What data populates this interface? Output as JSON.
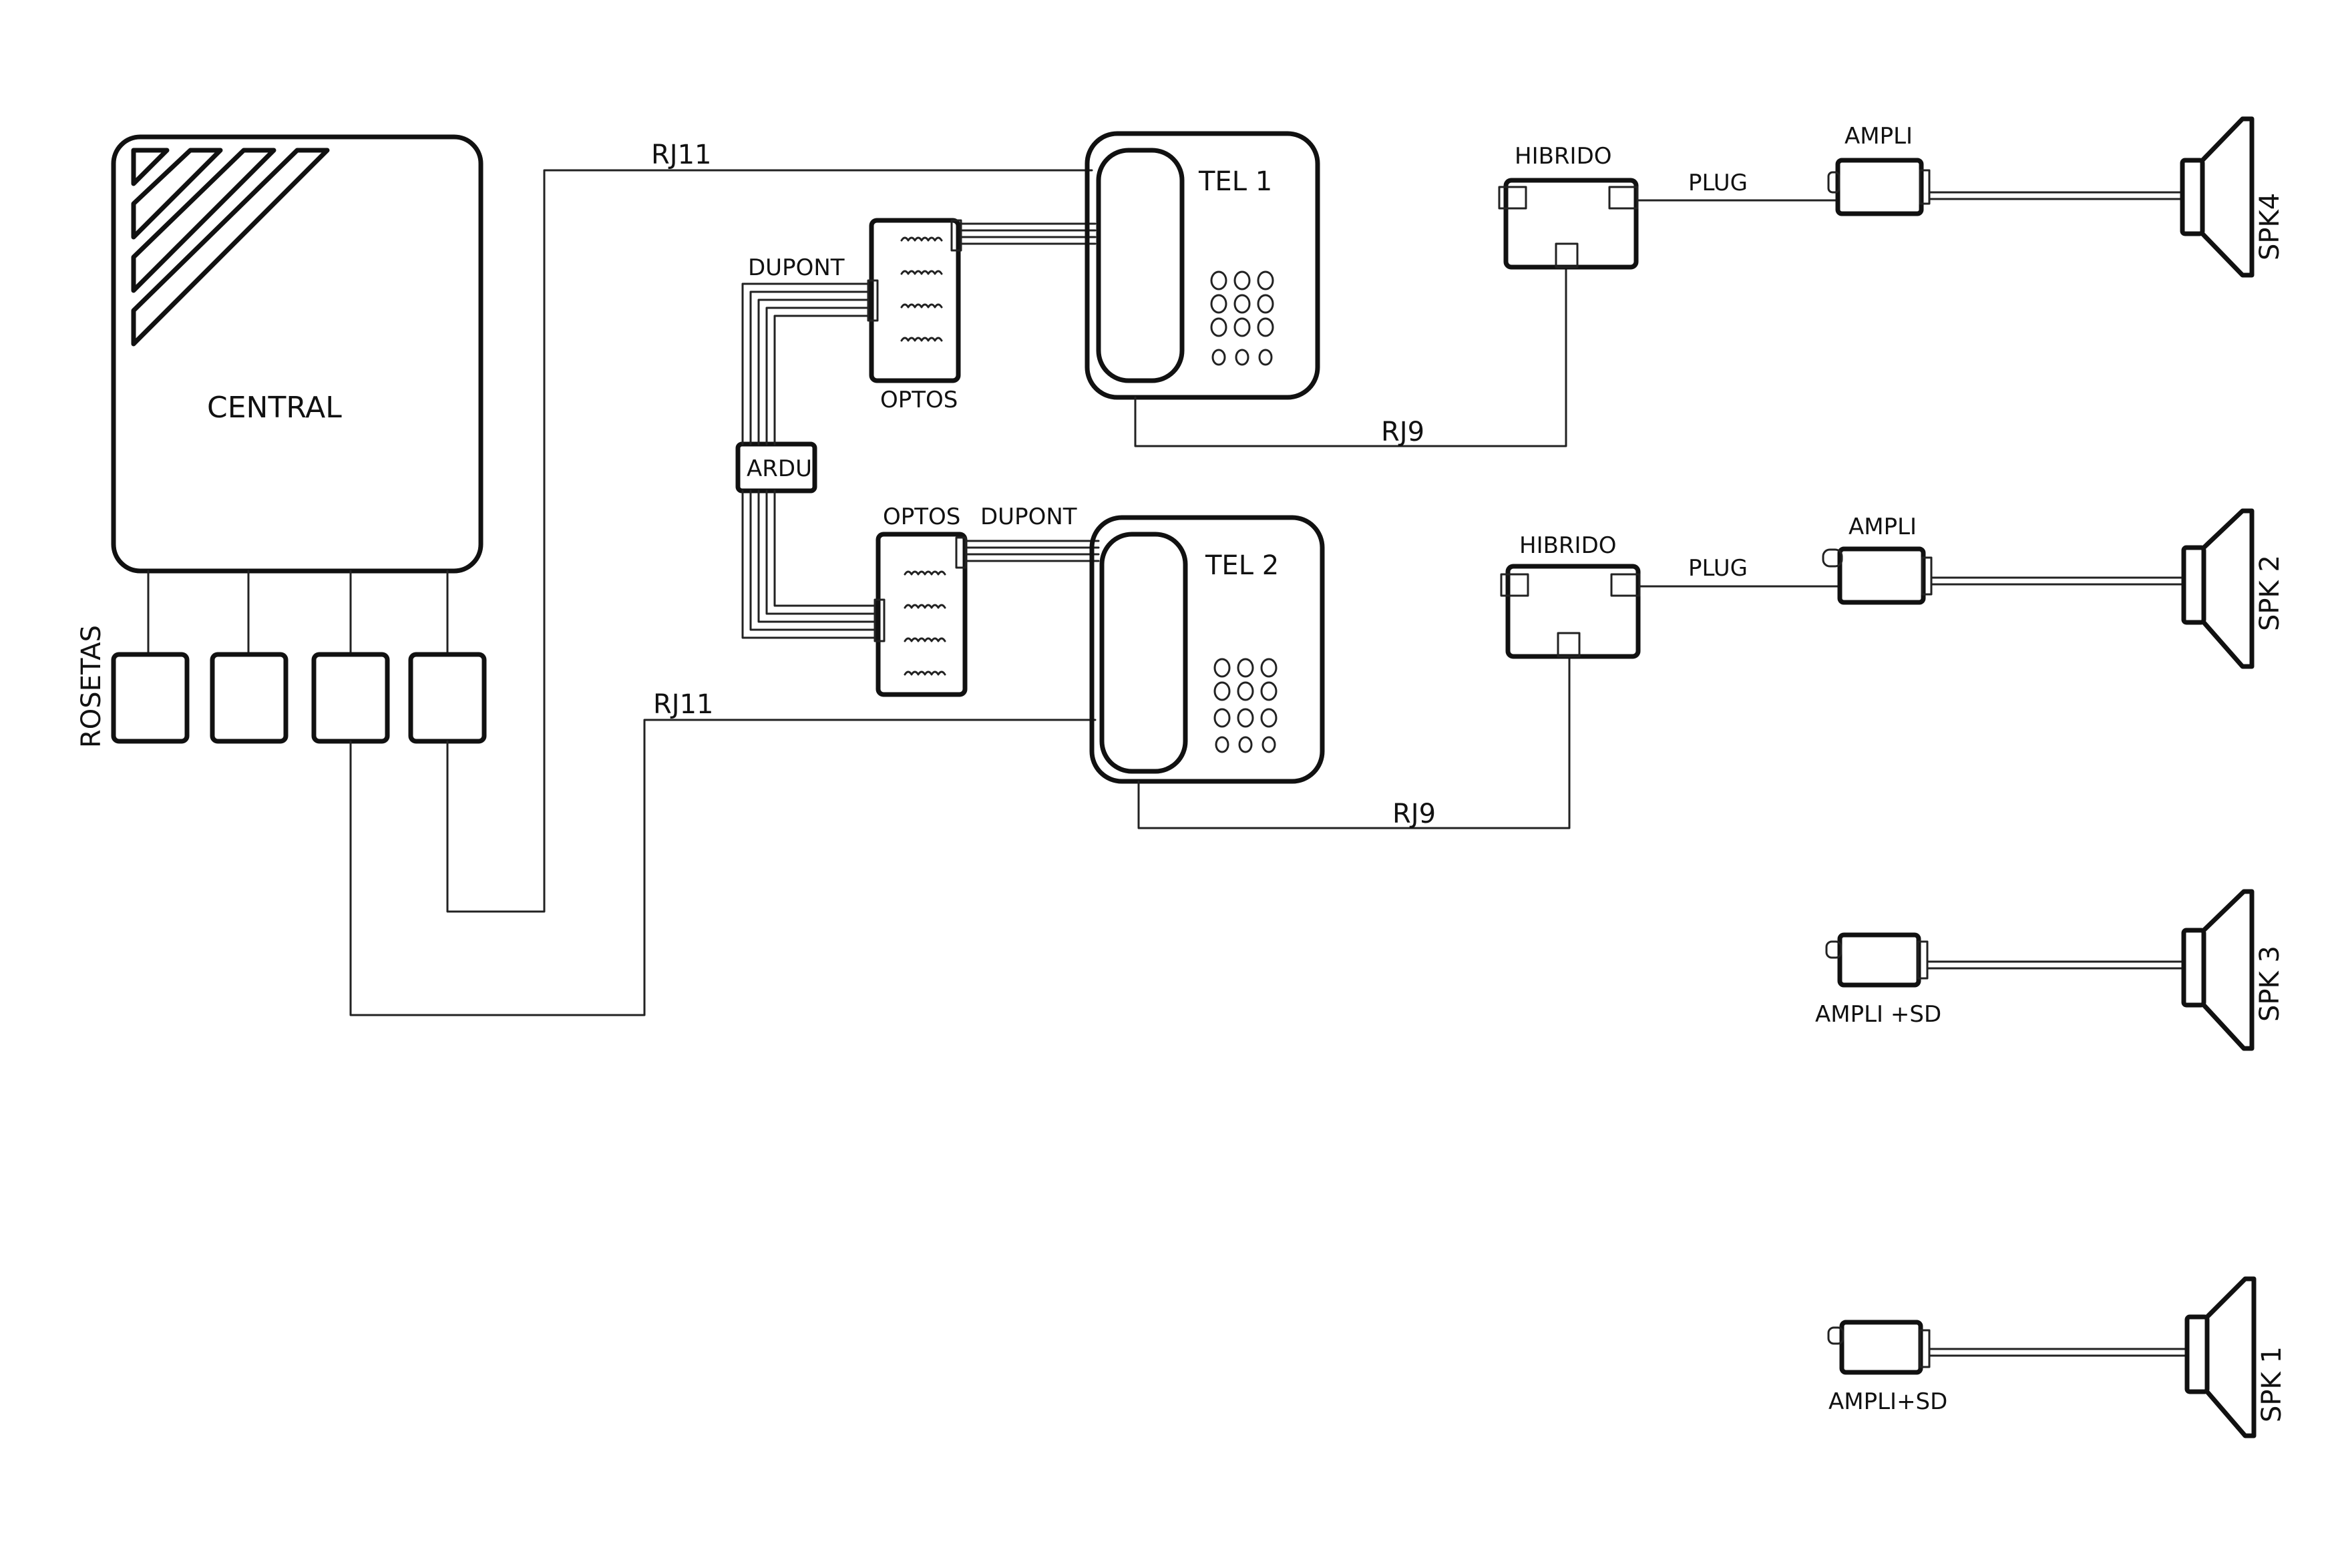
{
  "labels": {
    "central": "CENTRAL",
    "rosetas": "ROSETAS",
    "ardu": "ARDU",
    "optos_top": "OPTOS",
    "optos_bottom": "OPTOS",
    "dupont_top": "DUPONT",
    "dupont_bottom": "DUPONT",
    "tel1": "TEL 1",
    "tel2": "TEL 2",
    "rj11_top": "RJ11",
    "rj11_bottom": "RJ11",
    "rj9_top": "RJ9",
    "rj9_bottom": "RJ9",
    "hibrido_top": "HIBRIDO",
    "hibrido_bottom": "HIBRIDO",
    "plug_top": "PLUG",
    "plug_bottom": "PLUG",
    "ampli_top": "AMPLI",
    "ampli_bottom": "AMPLI",
    "ampli_sd_1": "AMPLI +SD",
    "ampli_sd_2": "AMPLI+SD",
    "spk4": "SPK4",
    "spk2": "SPK 2",
    "spk3": "SPK 3",
    "spk1": "SPK 1"
  },
  "colors": {
    "ink": "#111111",
    "paper": "#ffffff"
  }
}
